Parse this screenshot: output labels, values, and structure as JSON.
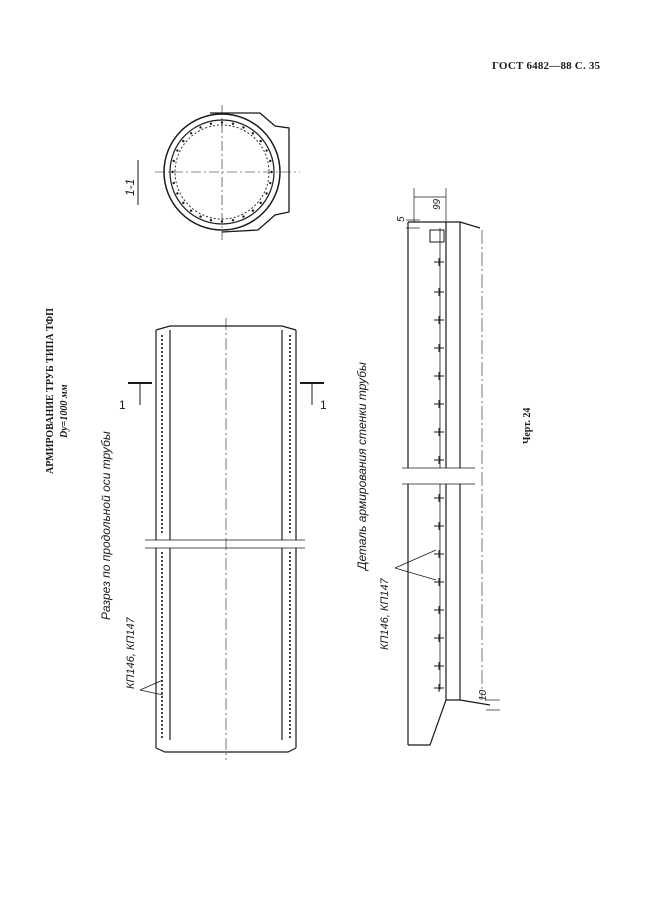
{
  "header": {
    "standard_ref": "ГОСТ 6482—88 С. 35"
  },
  "title": {
    "line1": "АРМИРОВАНИЕ ТРУБ ТИПА ТФП",
    "line2": "Dy=1000 мм"
  },
  "views": {
    "longitudinal_caption": "Разрез по продольной оси трубы",
    "wall_detail_caption": "Деталь армирования стенки трубы",
    "section_label": "1-1",
    "section_mark_left": "1",
    "section_mark_right": "1"
  },
  "callouts": {
    "cage_label_left": "КП146, КП147",
    "cage_label_right": "КП146, КП147"
  },
  "dimensions": {
    "top_width": "99",
    "top_offset": "5",
    "bottom_offset": "10"
  },
  "figure": {
    "label": "Черт. 24"
  }
}
